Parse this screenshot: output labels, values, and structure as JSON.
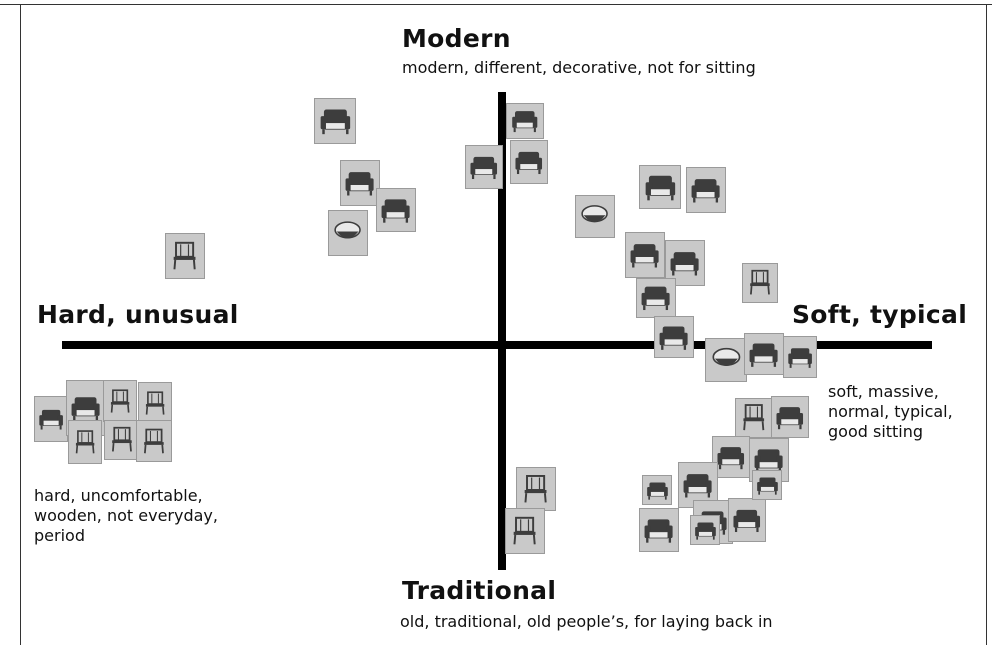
{
  "poles": {
    "top": "Modern",
    "bottom": "Traditional",
    "left": "Hard, unusual",
    "right": "Soft, typical"
  },
  "descriptions": {
    "top": "modern, different, decorative, not for sitting",
    "bottom": "old, traditional, old people’s, for laying back in",
    "left": [
      "hard, uncomfortable,",
      "wooden, not everyday,",
      "period"
    ],
    "right": [
      "soft, massive,",
      "normal, typical,",
      "good sitting"
    ]
  },
  "chair_images": {
    "alt": "chair photo",
    "colors": {
      "frame": "#c9c9c9",
      "chair_dark": "#3d3d3d",
      "chair_light": "#e9e9e9"
    },
    "kinds": [
      "armchair",
      "armchair",
      "armchair",
      "armchair",
      "tub",
      "armchair",
      "wooden",
      "armchair",
      "tub",
      "armchair",
      "armchair",
      "armchair",
      "armchair",
      "wooden",
      "armchair",
      "armchair",
      "tub",
      "armchair",
      "armchair",
      "armchair",
      "armchair",
      "wooden",
      "wooden",
      "wooden",
      "wooden",
      "wooden",
      "wooden",
      "wooden",
      "wooden",
      "armchair",
      "armchair",
      "armchair",
      "armchair",
      "armchair",
      "armchair",
      "armchair",
      "armchair",
      "armchair",
      "armchair",
      "armchair",
      "armchair",
      "wooden",
      "wooden"
    ]
  }
}
